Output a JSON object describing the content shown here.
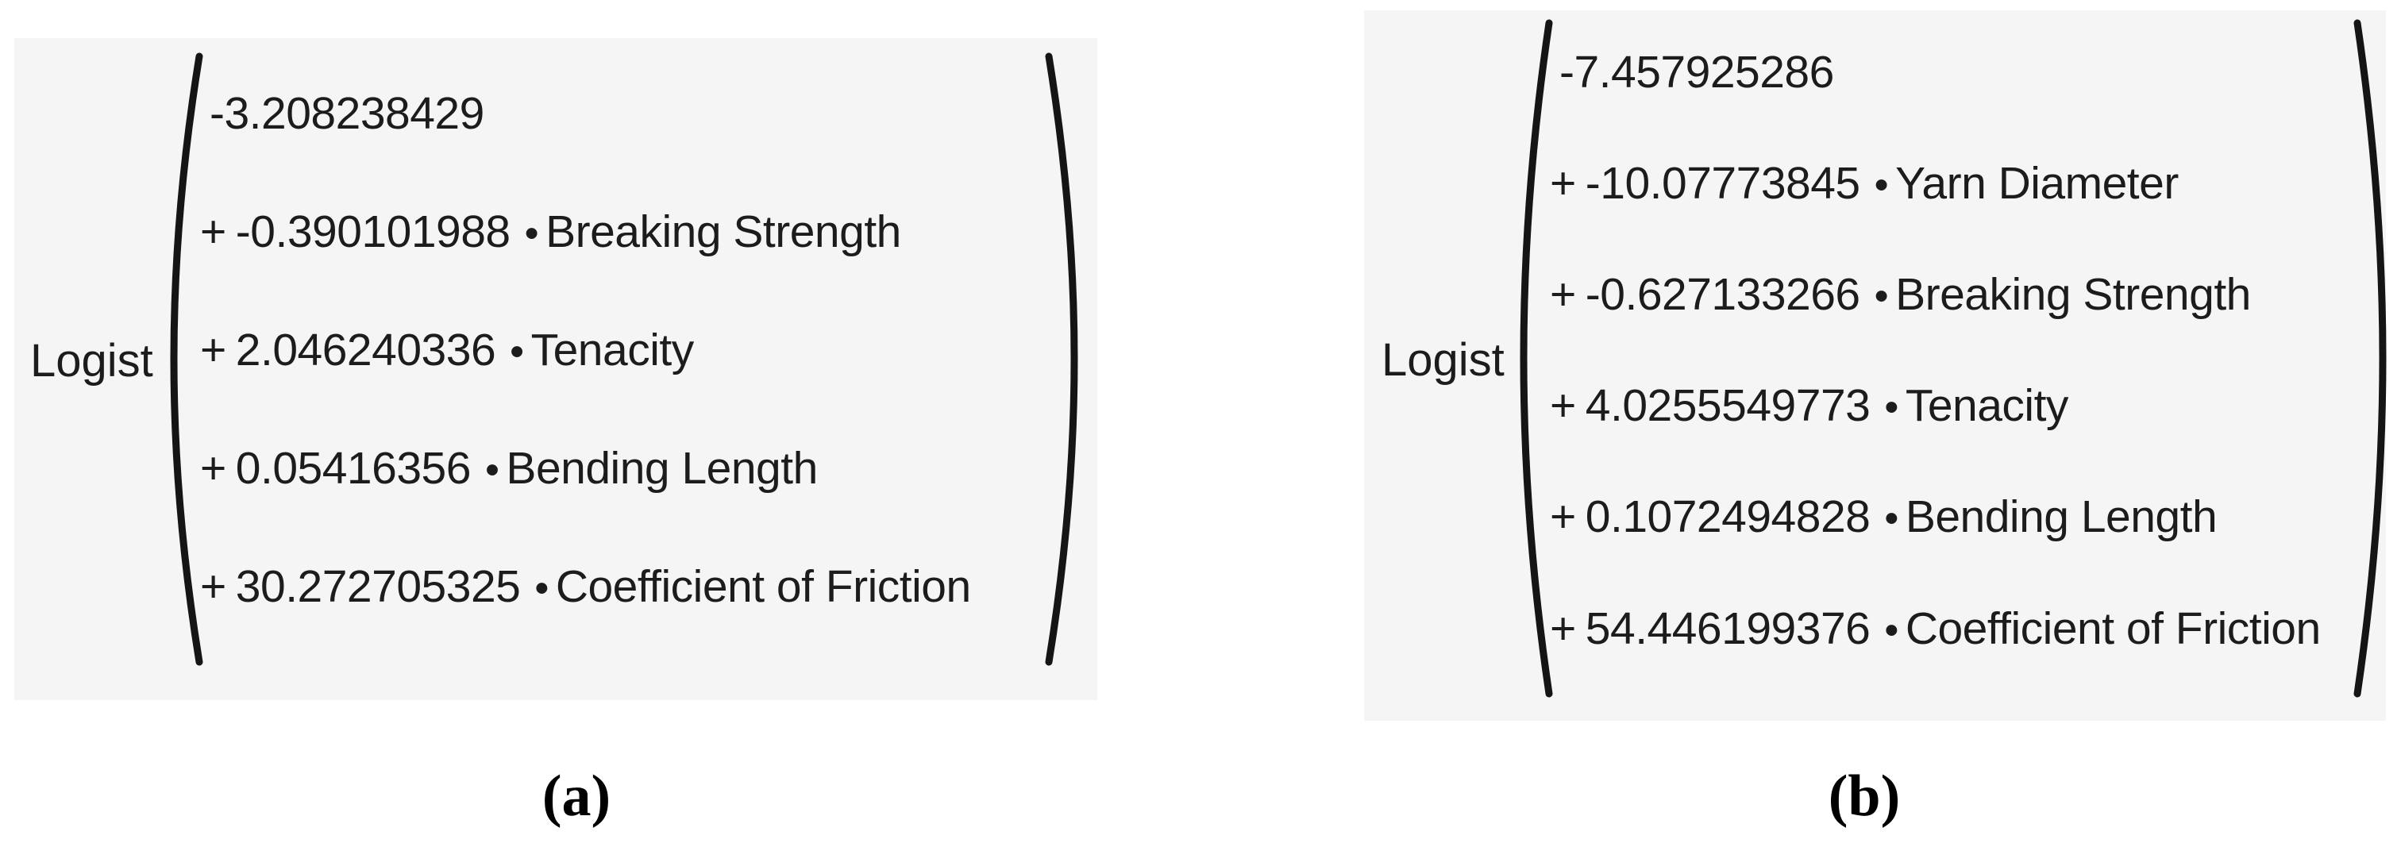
{
  "figure": {
    "description_colors": {
      "panel_bg": "#f5f5f5",
      "page_bg": "#ffffff",
      "text": "#1c1c1c"
    },
    "panels": [
      {
        "function_label": "Logist",
        "caption": "(a)",
        "terms": [
          {
            "sign": "",
            "coefficient": "-3.208238429",
            "bullet": "",
            "variable": ""
          },
          {
            "sign": "+",
            "coefficient": "-0.390101988",
            "bullet": "•",
            "variable": "Breaking Strength"
          },
          {
            "sign": "+",
            "coefficient": "2.046240336",
            "bullet": "•",
            "variable": "Tenacity"
          },
          {
            "sign": "+",
            "coefficient": "0.05416356",
            "bullet": "•",
            "variable": "Bending Length"
          },
          {
            "sign": "+",
            "coefficient": "30.272705325",
            "bullet": "•",
            "variable": "Coefficient of Friction"
          }
        ]
      },
      {
        "function_label": "Logist",
        "caption": "(b)",
        "terms": [
          {
            "sign": "",
            "coefficient": "-7.457925286",
            "bullet": "",
            "variable": ""
          },
          {
            "sign": "+",
            "coefficient": "-10.07773845",
            "bullet": "•",
            "variable": "Yarn Diameter"
          },
          {
            "sign": "+",
            "coefficient": "-0.627133266",
            "bullet": "•",
            "variable": "Breaking Strength"
          },
          {
            "sign": "+",
            "coefficient": "4.0255549773",
            "bullet": "•",
            "variable": "Tenacity"
          },
          {
            "sign": "+",
            "coefficient": "0.1072494828",
            "bullet": "•",
            "variable": "Bending Length"
          },
          {
            "sign": "+",
            "coefficient": "54.446199376",
            "bullet": "•",
            "variable": "Coefficient of Friction"
          }
        ]
      }
    ]
  }
}
